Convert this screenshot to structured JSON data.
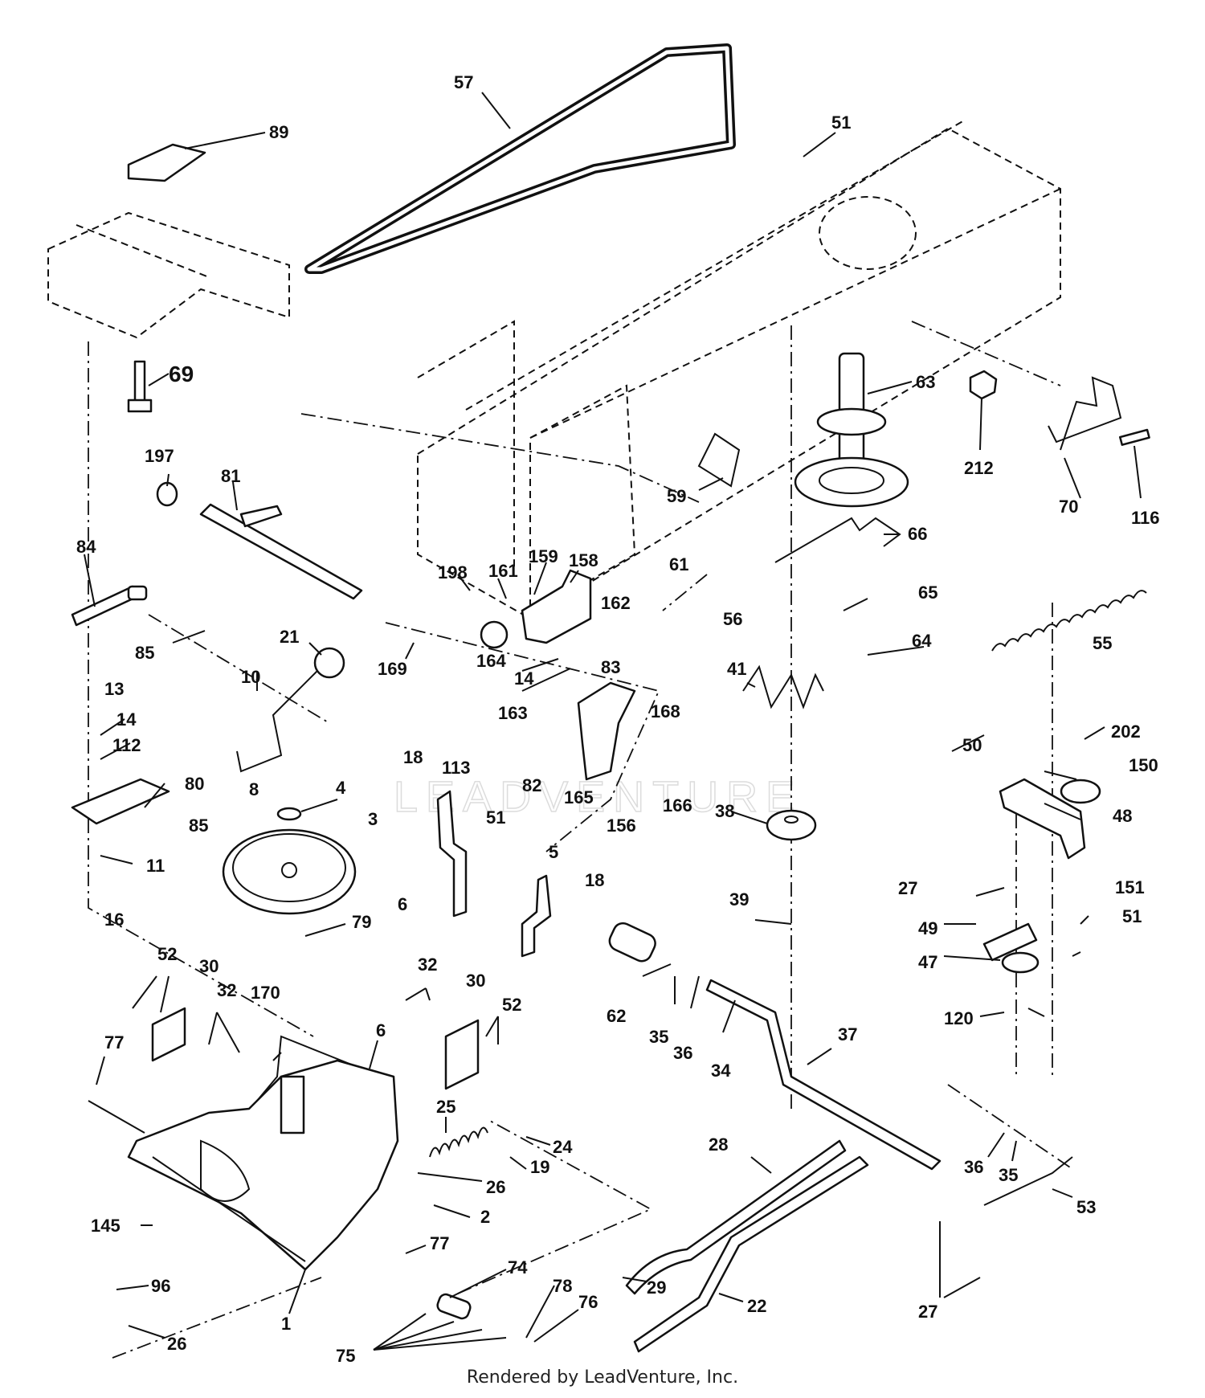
{
  "diagram": {
    "watermark": "LEADVENTURE",
    "footer": "Rendered by LeadVenture, Inc.",
    "callouts": [
      "57",
      "51",
      "89",
      "69",
      "63",
      "212",
      "70",
      "116",
      "197",
      "81",
      "59",
      "66",
      "84",
      "198",
      "161",
      "159",
      "158",
      "162",
      "61",
      "56",
      "65",
      "64",
      "55",
      "85",
      "21",
      "169",
      "164",
      "14",
      "83",
      "163",
      "41",
      "10",
      "13",
      "14",
      "112",
      "168",
      "80",
      "85",
      "8",
      "4",
      "18",
      "113",
      "82",
      "165",
      "166",
      "156",
      "51",
      "38",
      "3",
      "50",
      "202",
      "150",
      "48",
      "11",
      "5",
      "6",
      "18",
      "27",
      "151",
      "51",
      "79",
      "39",
      "49",
      "47",
      "16",
      "52",
      "30",
      "32",
      "32",
      "30",
      "52",
      "62",
      "35",
      "36",
      "34",
      "37",
      "120",
      "170",
      "6",
      "77",
      "25",
      "19",
      "24",
      "26",
      "28",
      "36",
      "35",
      "53",
      "2",
      "145",
      "77",
      "74",
      "29",
      "22",
      "96",
      "26",
      "27",
      "1",
      "78",
      "76",
      "75"
    ]
  }
}
